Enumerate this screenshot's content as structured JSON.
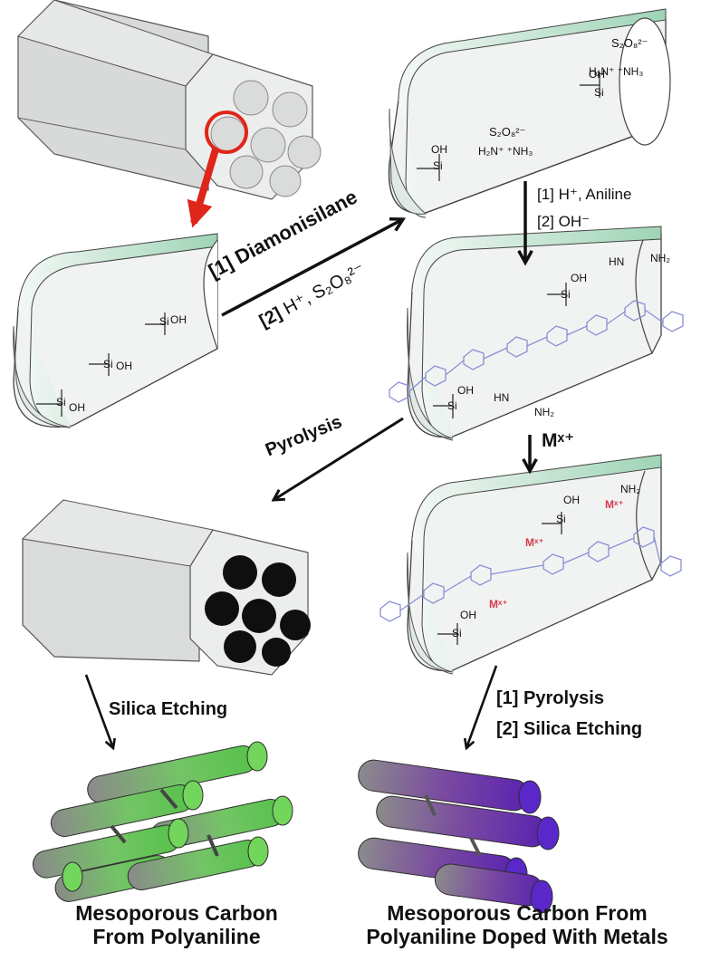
{
  "colors": {
    "silica_face": "#e4e6e6",
    "silica_shade": "#cfd3d3",
    "tube_inner": "#f0f2f1",
    "tube_rim": "#b6ddc8",
    "pore_empty": "#dcdfde",
    "pore_filled": "#111111",
    "highlight": "#e0251b",
    "polymer": "#8a8fd6",
    "metal": "#d43a4a",
    "green_rod": "#6cc95a",
    "purple_rod": "#6c2fa8",
    "arrow": "#111111"
  },
  "steps": {
    "step1_label_a": "[1]",
    "step1_label_b": "Diamonisilane",
    "step2_label": "[2]",
    "step2_reagent": "H⁺, S₂O₈²⁻",
    "step3_line1": "[1] H⁺, Aniline",
    "step3_line2": "[2] OH⁻",
    "step4_label": "Mˣ⁺",
    "pyrolysis": "Pyrolysis",
    "silica_etching": "Silica Etching",
    "step5_line1": "[1] Pyrolysis",
    "step5_line2": "[2] Silica Etching"
  },
  "chem": {
    "oh": "OH",
    "si": "Si",
    "s2o8": "S₂O₈²⁻",
    "h2n_nh3": "H₂N⁺   ⁺NH₃",
    "hn": "HN",
    "nh2": "NH₂",
    "metal": "Mˣ⁺"
  },
  "captions": {
    "left_line1": "Mesoporous Carbon",
    "left_line2": "From Polyaniline",
    "right_line1": "Mesoporous Carbon From",
    "right_line2": "Polyaniline Doped With Metals"
  }
}
